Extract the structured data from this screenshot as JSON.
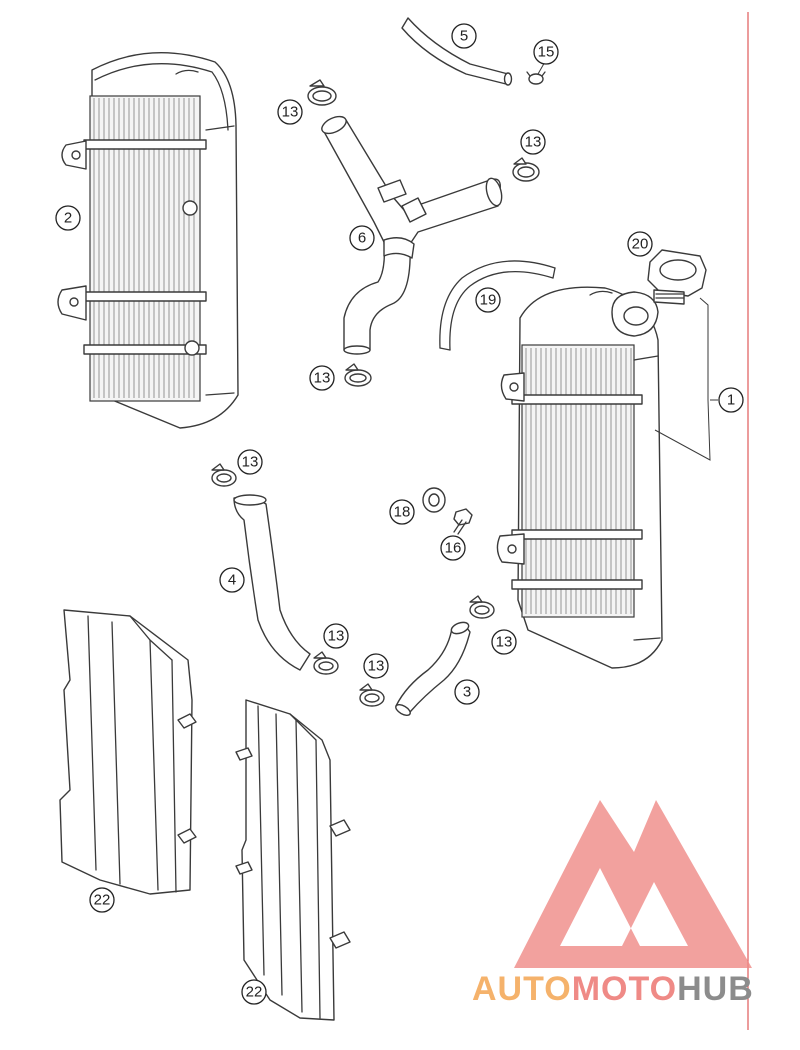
{
  "callouts": [
    {
      "id": "c1",
      "label": "1"
    },
    {
      "id": "c2",
      "label": "2"
    },
    {
      "id": "c3",
      "label": "3"
    },
    {
      "id": "c4",
      "label": "4"
    },
    {
      "id": "c5",
      "label": "5"
    },
    {
      "id": "c6",
      "label": "6"
    },
    {
      "id": "c13a",
      "label": "13"
    },
    {
      "id": "c13b",
      "label": "13"
    },
    {
      "id": "c13c",
      "label": "13"
    },
    {
      "id": "c13d",
      "label": "13"
    },
    {
      "id": "c13e",
      "label": "13"
    },
    {
      "id": "c13f",
      "label": "13"
    },
    {
      "id": "c13g",
      "label": "13"
    },
    {
      "id": "c15",
      "label": "15"
    },
    {
      "id": "c16",
      "label": "16"
    },
    {
      "id": "c18",
      "label": "18"
    },
    {
      "id": "c19",
      "label": "19"
    },
    {
      "id": "c20",
      "label": "20"
    },
    {
      "id": "c22a",
      "label": "22"
    },
    {
      "id": "c22b",
      "label": "22"
    }
  ],
  "watermark": {
    "part1": "AUTO",
    "part2": "MOTO",
    "part3": "HUB",
    "color_auto": "#f5b26b",
    "color_moto": "#ef8a86",
    "color_hub": "#8c8c8c",
    "color_logo": "#ef8a86"
  }
}
